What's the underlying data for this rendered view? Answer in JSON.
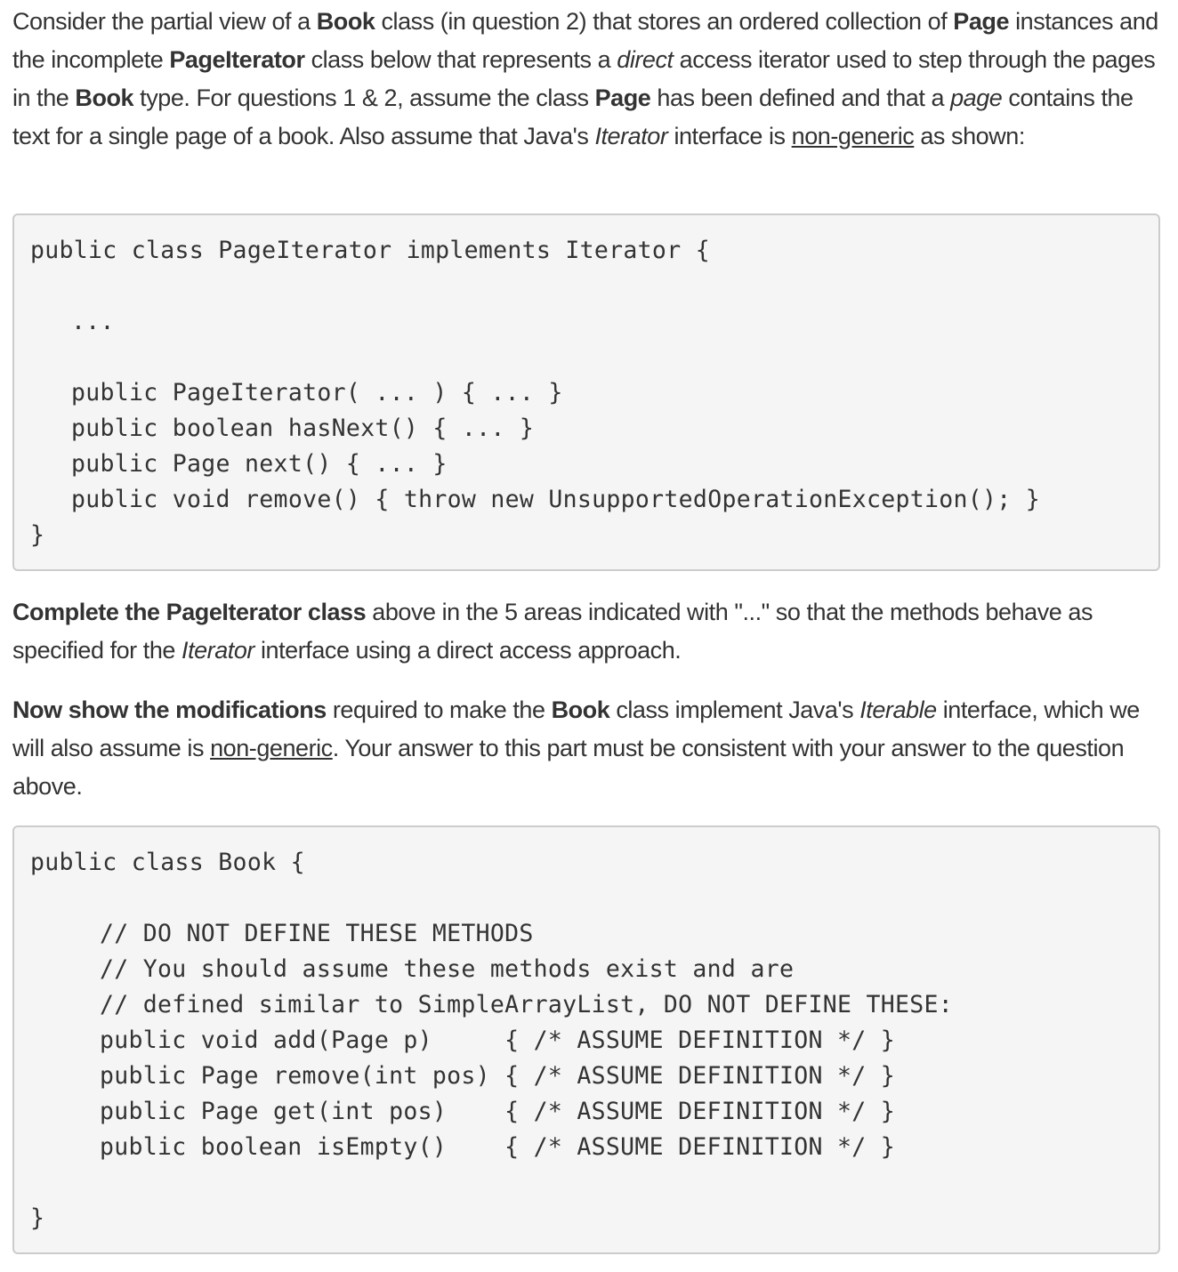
{
  "intro": {
    "t1": "Consider the partial view of a ",
    "b1": "Book",
    "t2": " class (in question 2) that stores an ordered collection of ",
    "b2": "Page",
    "t3": " instances and the incomplete ",
    "b3": "PageIterator",
    "t4": " class below that represents a ",
    "i1": "direct",
    "t5": " access iterator used to step through the pages in the ",
    "b4": "Book",
    "t6": " type. For questions 1 & 2, assume the class ",
    "b5": "Page",
    "t7": " has been defined and that a ",
    "i2": "page",
    "t8": " contains the text for a single page of a book. Also assume that Java's ",
    "i3": "Iterator",
    "t9": " interface is ",
    "u1": "non-generic",
    "t10": " as shown:"
  },
  "code_iterator": {
    "lines": [
      "public class PageIterator implements Iterator {",
      "...",
      "public PageIterator( ... ) { ... }",
      "public boolean hasNext() { ... }",
      "public Page next() { ... }",
      "public void remove() { throw new UnsupportedOperationException(); }",
      "}"
    ]
  },
  "instruction1": {
    "b1": "Complete the PageIterator class",
    "t1": " above in the 5 areas indicated with \"...\" so that the methods behave as specified for the ",
    "i1": "Iterator",
    "t2": " interface using a direct access approach."
  },
  "instruction2": {
    "b1": "Now show the modifications",
    "t1": " required to make the ",
    "b2": "Book",
    "t2": " class implement Java's ",
    "i1": "Iterable",
    "t3": " interface, which we will also assume is ",
    "u1": "non-generic",
    "t4": ". Your answer to this part must be consistent with your answer to the question above."
  },
  "code_book": {
    "lines": [
      "public class Book {",
      "// DO NOT DEFINE THESE METHODS",
      "// You should assume these methods exist and are",
      "// defined similar to SimpleArrayList, DO NOT DEFINE THESE:",
      "public void add(Page p)     { /* ASSUME DEFINITION */ }",
      "public Page remove(int pos) { /* ASSUME DEFINITION */ }",
      "public Page get(int pos)    { /* ASSUME DEFINITION */ }",
      "public boolean isEmpty()    { /* ASSUME DEFINITION */ }",
      "}"
    ]
  }
}
